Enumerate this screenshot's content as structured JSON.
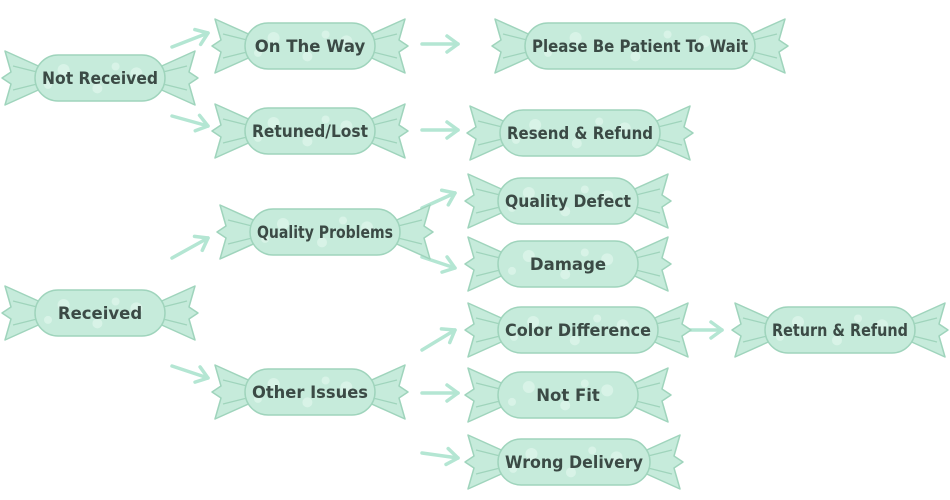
{
  "nodes": {
    "not_received": "Not Received",
    "on_the_way": "On The Way",
    "please_be_patient": "Please Be Patient To Wait",
    "returned_lost": "Retuned/Lost",
    "resend_refund": "Resend & Refund",
    "received": "Received",
    "quality_problems": "Quality Problems",
    "quality_defect": "Quality Defect",
    "damage": "Damage",
    "other_issues": "Other Issues",
    "color_difference": "Color Difference",
    "return_refund": "Return & Refund",
    "not_fit": "Not Fit",
    "wrong_delivery": "Wrong Delivery"
  },
  "colors": {
    "candy_fill": "#c6ebdb",
    "candy_outline": "#9fd4bc",
    "arrow": "#b4e6d3",
    "text": "#3b4a45"
  }
}
